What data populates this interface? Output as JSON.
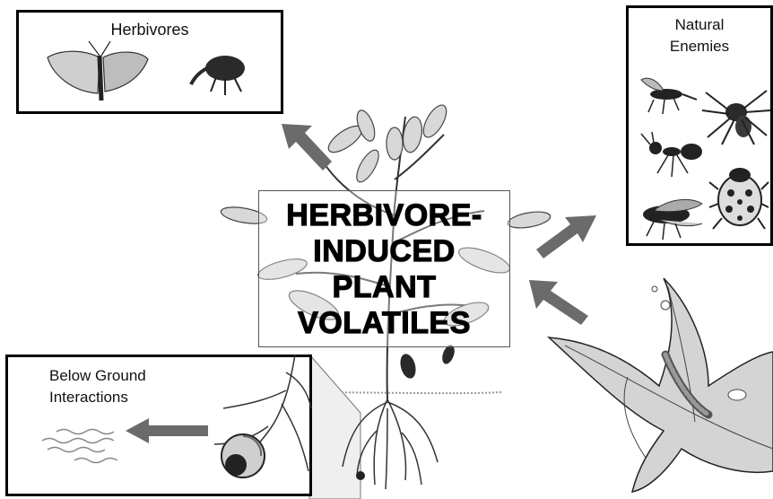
{
  "herbivores": {
    "title": "Herbivores"
  },
  "natural_enemies": {
    "title_line1": "Natural",
    "title_line2": "Enemies"
  },
  "below_ground": {
    "title_line1": "Below Ground",
    "title_line2": "Interactions"
  },
  "center": {
    "line1": "HERBIVORE-",
    "line2": "INDUCED",
    "line3": "PLANT",
    "line4": "VOLATILES"
  },
  "colors": {
    "arrow": "#6b6b6b",
    "border": "#000000",
    "plant": "#4a4a4a"
  },
  "icons": [
    "moth-icon",
    "weevil-icon",
    "wasp-icon",
    "spider-icon",
    "ant-icon",
    "fly-icon",
    "ladybeetle-icon",
    "caterpillar-leaf-icon",
    "nematode-icon",
    "grub-icon",
    "plant-icon",
    "roots-icon"
  ]
}
